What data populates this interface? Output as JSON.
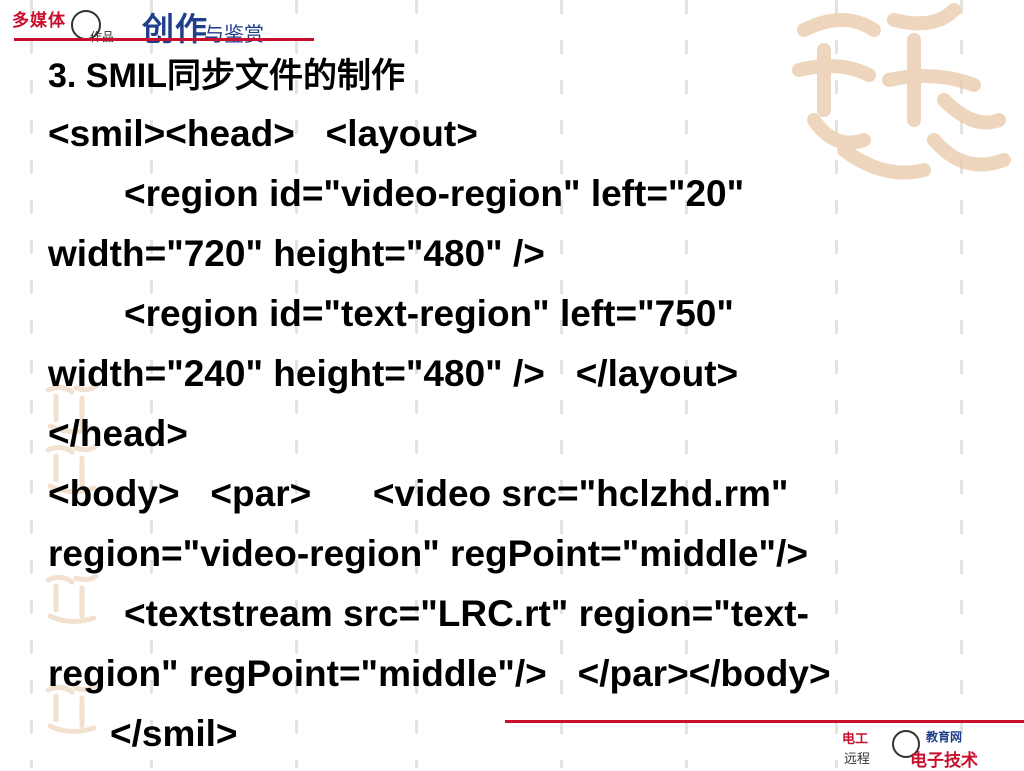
{
  "header": {
    "logo_brand": "多媒体",
    "logo_sub": "作品",
    "logo_main": "创作",
    "logo_tail": "与鉴赏"
  },
  "slide": {
    "title": "3. SMIL同步文件的制作",
    "lines": [
      "<smil><head>   <layout>",
      "<region id=\"video-region\" left=\"20\"",
      "width=\"720\" height=\"480\" />",
      "<region id=\"text-region\" left=\"750\"",
      "width=\"240\" height=\"480\" />   </layout>",
      "</head>",
      "<body>   <par>      <video src=\"hclzhd.rm\"",
      "region=\"video-region\" regPoint=\"middle\"/>",
      "<textstream src=\"LRC.rt\" region=\"text-",
      "region\" regPoint=\"middle\"/>   </par></body>",
      "</smil>"
    ]
  },
  "footer": {
    "logo_left_top": "电工",
    "logo_left_bottom": "远程",
    "logo_right_top": "教育网",
    "logo_right_bottom": "电子技术"
  },
  "colors": {
    "accent_red": "#c8102e",
    "accent_blue": "#1f3e8c",
    "text": "#000000"
  },
  "icons": {
    "header_logo": "multimedia-logo-icon",
    "watermark": "jixiang-watermark-icon",
    "footer_logo": "education-network-logo-icon"
  }
}
